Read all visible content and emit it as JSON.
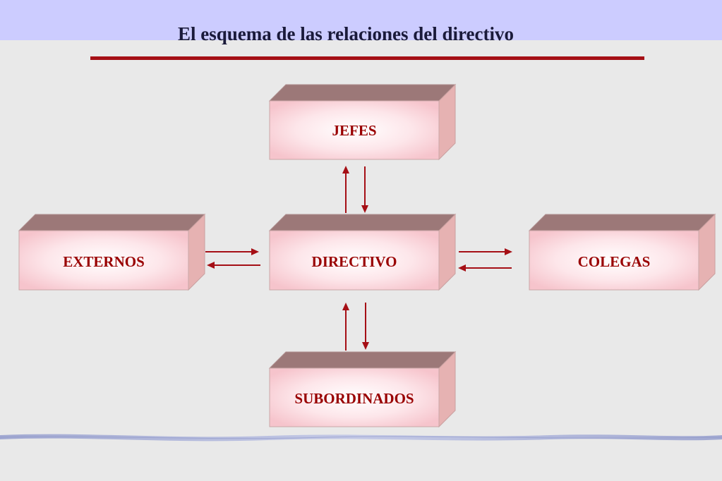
{
  "title": "El esquema de las relaciones del directivo",
  "boxes": {
    "jefes": "JEFES",
    "externos": "EXTERNOS",
    "directivo": "DIRECTIVO",
    "colegas": "COLEGAS",
    "subordinados": "SUBORDINADOS"
  },
  "colors": {
    "title_band": "#ccccff",
    "rule": "#a50f15",
    "arrow": "#a50f15",
    "label": "#990000",
    "box_top": "#9c7878",
    "box_side": "#e6b2b2"
  }
}
